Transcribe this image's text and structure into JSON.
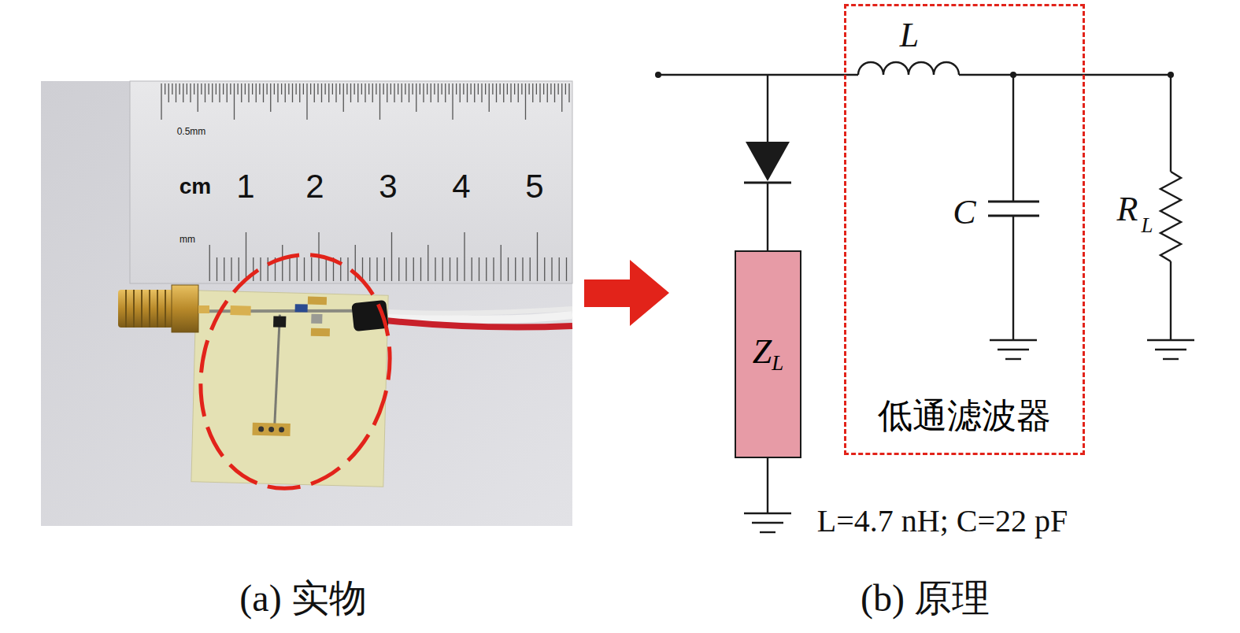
{
  "diagram": {
    "nodes": [
      {
        "text": [
          "Z",
          "L"
        ]
      },
      {
        "text": [
          "低通滤波器"
        ]
      }
    ],
    "labels": [
      "cm",
      "1",
      "2",
      "3",
      "4",
      "5",
      "0.5mm",
      "mm",
      "L",
      "C",
      "R",
      "L",
      "L=4.7 nH; C=22 pF",
      "(a) 实物",
      "(b) 原理"
    ]
  }
}
